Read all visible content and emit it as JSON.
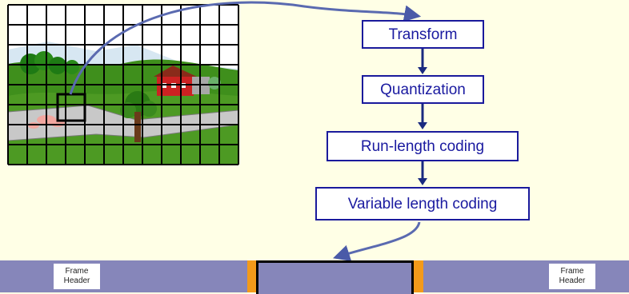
{
  "pipeline": {
    "steps": [
      "Transform",
      "Quantization",
      "Run-length coding",
      "Variable length coding"
    ]
  },
  "bitstream": {
    "frame_header_left": [
      "Frame",
      "Header"
    ],
    "frame_header_right": [
      "Frame",
      "Header"
    ]
  },
  "colors": {
    "box_border": "#1a1a9c",
    "box_text": "#1a1aa0",
    "arrow": "#1a2a80",
    "curve": "#5a6ab0",
    "bitstream": "#8686ba",
    "marker": "#f39a1a",
    "background": "#ffffe6"
  }
}
